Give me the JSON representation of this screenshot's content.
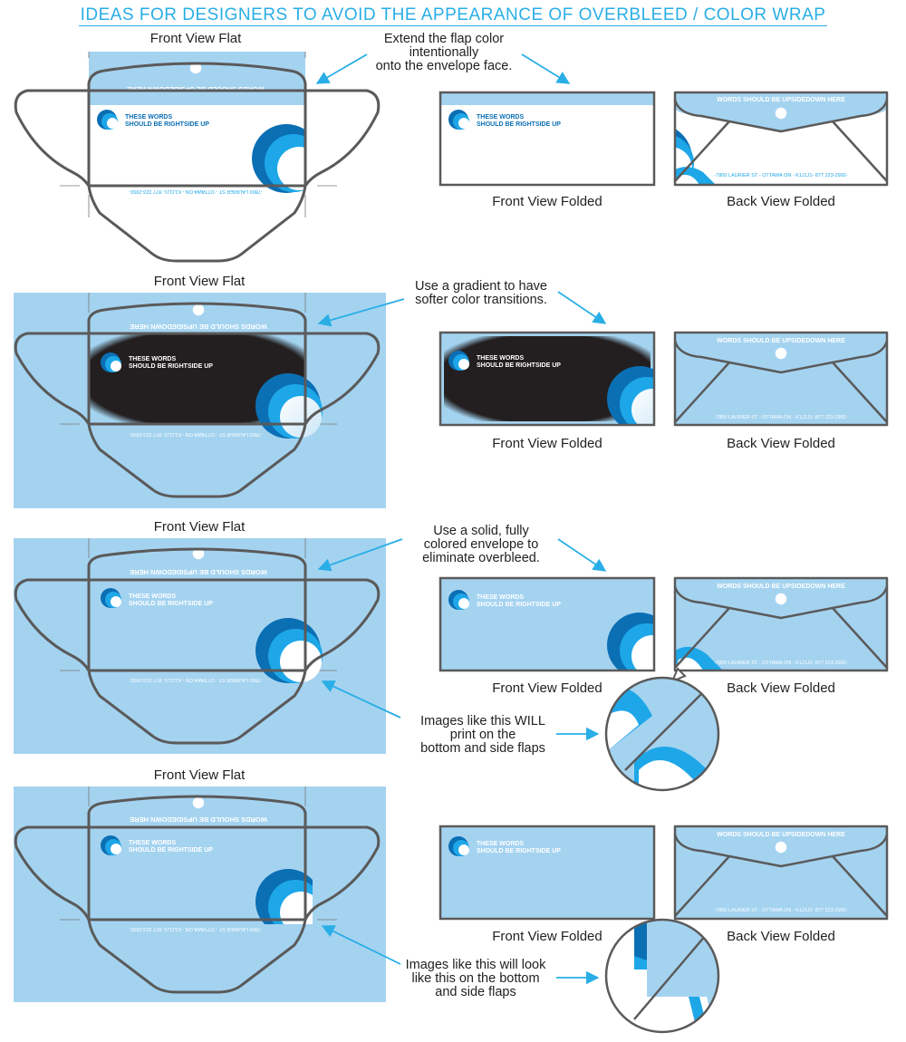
{
  "title": "IDEAS FOR DESIGNERS TO AVOID THE APPEARANCE OF OVERBLEED / COLOR WRAP",
  "labels": {
    "front_view_flat": "Front View Flat",
    "front_view_folded": "Front View Folded",
    "back_view_folded": "Back View Folded"
  },
  "envelope_text": {
    "flap_upside_down": "WORDS SHOULD BE UPSIDEDOWN HERE",
    "flap_upside_down_typo": "WORDS SHOULD BE UPSIDEDOWN HERE",
    "rightside_up_line1": "THESE WORDS",
    "rightside_up_line2": "SHOULD BE RIGHTSIDE UP",
    "address": "-7800 LAURIER ST - OTTAWA ON - K1J1J1- 877 223-2992-"
  },
  "notes": {
    "row1": [
      "Extend the flap color",
      "intentionally",
      "onto the envelope face."
    ],
    "row2": [
      "Use a gradient to have",
      "softer color transitions."
    ],
    "row3": [
      "Use a solid, fully",
      "colored envelope to",
      "eliminate overbleed."
    ],
    "row3_warning": [
      "Images like this WILL",
      "print on the",
      "bottom and side flaps"
    ],
    "row4_warning": [
      "Images like this will look",
      "like this on the bottom",
      "and side flaps"
    ]
  },
  "colors": {
    "title": "#29aee6",
    "light_blue": "#a4d3f0",
    "arrow": "#29aee6",
    "outline": "#5a5a5a",
    "dark_panel": "#231f20",
    "logo_dark": "#0b6fb4",
    "logo_mid": "#1ea7e8"
  }
}
